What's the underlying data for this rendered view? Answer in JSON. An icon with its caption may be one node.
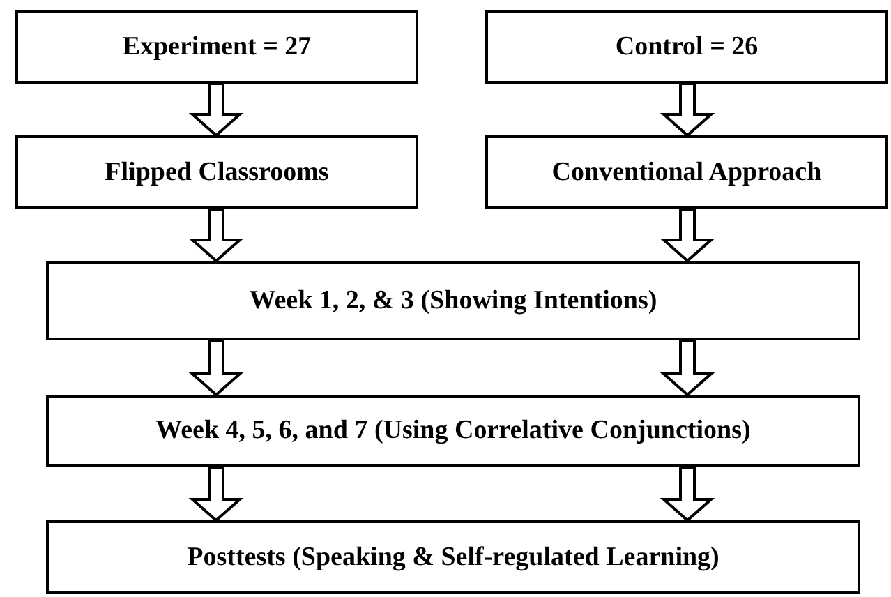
{
  "diagram": {
    "nodes": [
      {
        "text": [
          "Experiment = 27"
        ]
      },
      {
        "text": [
          "Control = 26"
        ]
      },
      {
        "text": [
          "Flipped Classrooms"
        ]
      },
      {
        "text": [
          "Conventional Approach"
        ]
      },
      {
        "text": [
          "Week 1, 2, & 3 (Showing Intentions)"
        ]
      },
      {
        "text": [
          "Week 4, 5, 6, and 7 (Using Correlative Conjunctions)"
        ]
      },
      {
        "text": [
          "Posttests (Speaking & Self-regulated Learning)"
        ]
      }
    ],
    "edges": [
      {
        "from": 0,
        "to": 2,
        "arrow": "to"
      },
      {
        "from": 1,
        "to": 3,
        "arrow": "to"
      },
      {
        "from": 2,
        "to": 4,
        "arrow": "to"
      },
      {
        "from": 3,
        "to": 4,
        "arrow": "to"
      },
      {
        "from": 4,
        "to": 5,
        "arrow": "to"
      },
      {
        "from": 4,
        "to": 5,
        "arrow": "to"
      },
      {
        "from": 5,
        "to": 6,
        "arrow": "to"
      },
      {
        "from": 5,
        "to": 6,
        "arrow": "to"
      }
    ]
  }
}
